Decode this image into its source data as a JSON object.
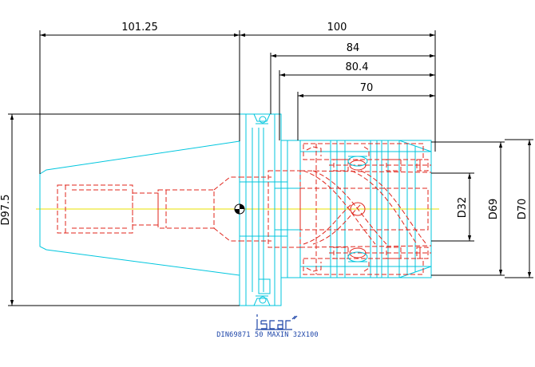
{
  "dimensions": {
    "shank_length": "101.25",
    "total_length": "100",
    "length_84": "84",
    "length_80_4": "80.4",
    "length_70": "70",
    "flange_diameter": "D97.5",
    "bore_diameter": "D32",
    "nose_diameter_69": "D69",
    "nose_diameter_70": "D70"
  },
  "logo_text": "iscar",
  "caption": "DIN69871 50 MAXIN 32X100",
  "colors": {
    "cyan": "#00c6de",
    "red": "#e0241b",
    "black": "#000000",
    "yellow": "#e8e000",
    "blue": "#1c44a8"
  }
}
